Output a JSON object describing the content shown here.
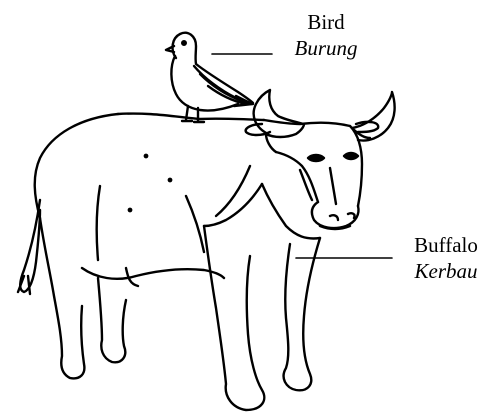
{
  "labels": {
    "bird": {
      "english": "Bird",
      "malay": "Burung"
    },
    "buffalo": {
      "english": "Buffalo",
      "malay": "Kerbau"
    }
  },
  "colors": {
    "ink": "#000000",
    "background": "#ffffff"
  }
}
